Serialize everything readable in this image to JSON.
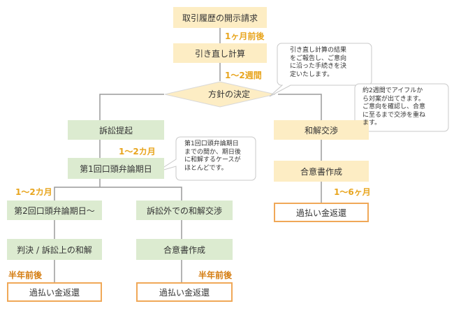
{
  "nodes": {
    "disclosure": "取引履歴の開示請求",
    "recalc": "引き直し計算",
    "decision": "方針の決定",
    "lawsuit": "訴訟提起",
    "first_hearing": "第1回口頭弁論期日",
    "second_hearing": "第2回口頭弁論期日～",
    "out_of_court": "訴訟外での和解交渉",
    "judgment": "判決 / 訴訟上の和解",
    "agreement_left": "合意書作成",
    "refund_left": "過払い金返還",
    "refund_mid": "過払い金返還",
    "settlement": "和解交渉",
    "agreement_right": "合意書作成",
    "refund_right": "過払い金返還"
  },
  "durations": {
    "after_disclosure": "1ヶ月前後",
    "after_recalc": "1～2週間",
    "after_lawsuit": "1～2カ月",
    "before_second": "1～2カ月",
    "after_judgment": "半年前後",
    "after_agreement": "半年前後",
    "after_agreement_right": "1～6ヶ月"
  },
  "callouts": {
    "recalc_note": "引き直し計算の結果\nをご報告し、ご意向\nに沿った手続きを決\n定いたします。",
    "settlement_note": "約2週間でアイフルか\nら対案が出てきます。\nご意向を確認し、合意\nに至るまで交渉を重ね\nます。",
    "hearing_note": "第1回口頭弁論期日\nまでの間か、期日後\nに和解するケースが\nほとんどです。"
  },
  "colors": {
    "yellow_box": "#fdedc4",
    "green_box": "#dcebd0",
    "outline": "#f0a858",
    "duration_text": "#e8a51e",
    "connector": "#999999"
  }
}
